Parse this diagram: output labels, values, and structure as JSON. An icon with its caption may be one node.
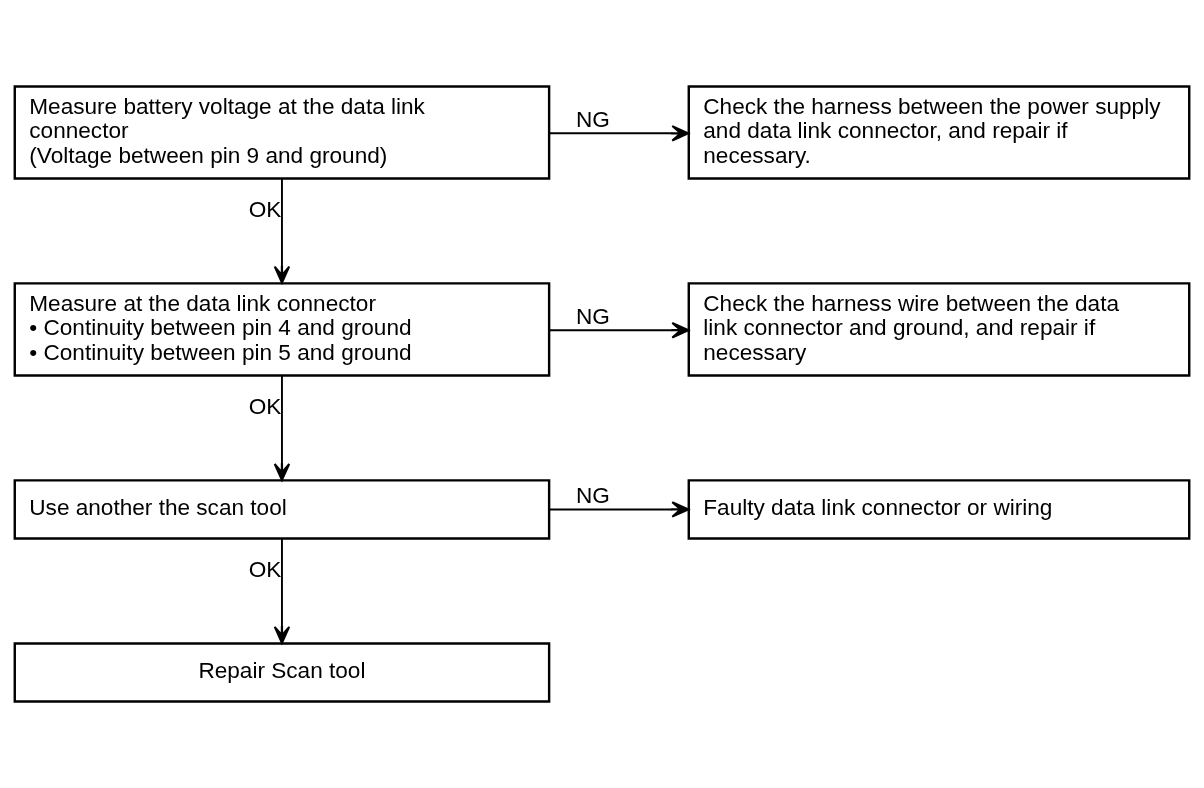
{
  "diagram": {
    "nodes": [
      {
        "text": [
          "Measure battery voltage at the data link connector",
          "(Voltage between pin 9 and ground)"
        ]
      },
      {
        "text": [
          "Check the harness between the power supply and data link connector, and repair if necessary."
        ]
      },
      {
        "text": [
          "Measure at the data link connector",
          "• Continuity between pin 4 and ground",
          "• Continuity between pin 5 and ground"
        ]
      },
      {
        "text": [
          "Check the harness wire between the data link connector and ground, and repair if necessary"
        ]
      },
      {
        "text": [
          "Use another the scan tool"
        ]
      },
      {
        "text": [
          "Faulty data link connector or wiring"
        ]
      },
      {
        "text": [
          "Repair Scan tool"
        ]
      }
    ],
    "edges": [
      {
        "from": 0,
        "to": 1,
        "arrow": "to",
        "label": "NG"
      },
      {
        "from": 0,
        "to": 2,
        "arrow": "to",
        "label": "OK"
      },
      {
        "from": 2,
        "to": 3,
        "arrow": "to",
        "label": "NG"
      },
      {
        "from": 2,
        "to": 4,
        "arrow": "to",
        "label": "OK"
      },
      {
        "from": 4,
        "to": 5,
        "arrow": "to",
        "label": "NG"
      },
      {
        "from": 4,
        "to": 6,
        "arrow": "to",
        "label": "OK"
      }
    ]
  }
}
